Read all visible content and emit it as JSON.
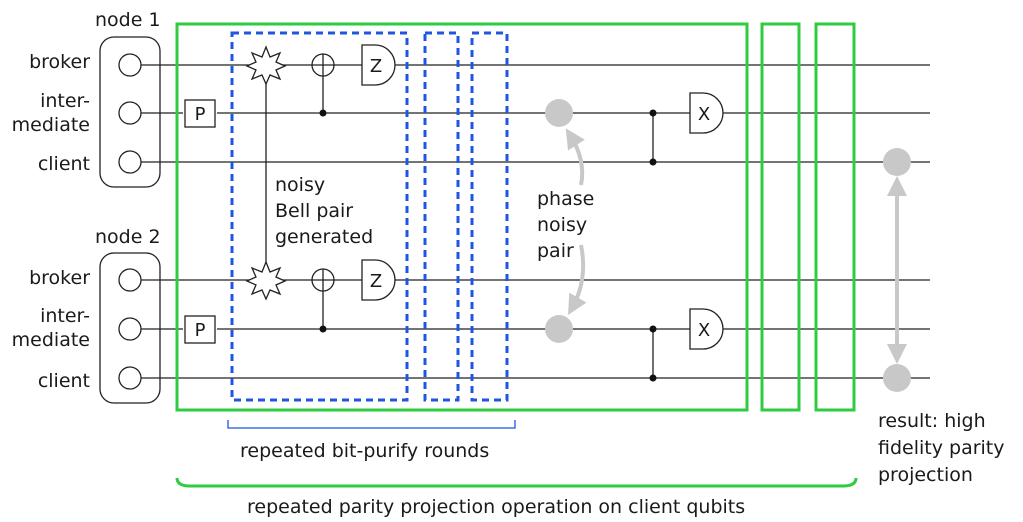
{
  "nodes": [
    {
      "title": "node 1",
      "qubits": [
        "broker",
        "inter-\nmediate",
        "client"
      ]
    },
    {
      "title": "node 2",
      "qubits": [
        "broker",
        "inter-\nmediate",
        "client"
      ]
    }
  ],
  "labels": {
    "node1_title": "node 1",
    "node2_title": "node 2",
    "broker": "broker",
    "intermediate_line1": "inter-",
    "intermediate_line2": "mediate",
    "client": "client",
    "gate_p": "P",
    "gate_z": "Z",
    "gate_x": "X",
    "bell_line1": "noisy",
    "bell_line2": "Bell pair",
    "bell_line3": "generated",
    "phase_line1": "phase",
    "phase_line2": "noisy",
    "phase_line3": "pair",
    "result_line1": "result: high",
    "result_line2": "fidelity parity",
    "result_line3": "projection",
    "bit_purify": "repeated bit-purify rounds",
    "parity_projection": "repeated parity projection operation on client qubits"
  },
  "colors": {
    "green": "#2ecc40",
    "blue": "#1f56e0",
    "gray": "#c8c8c8"
  }
}
